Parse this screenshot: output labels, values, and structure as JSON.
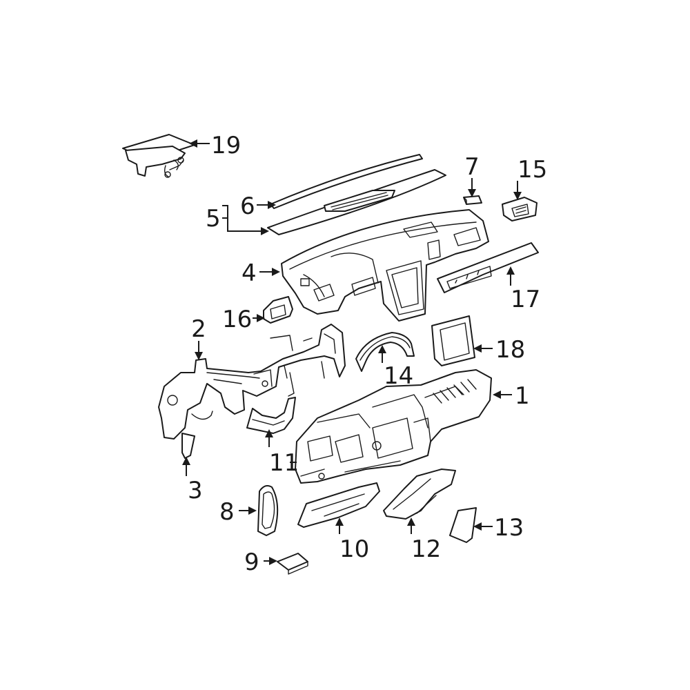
{
  "diagram": {
    "callouts": {
      "c1": "1",
      "c2": "2",
      "c3": "3",
      "c4": "4",
      "c5": "5",
      "c6": "6",
      "c7": "7",
      "c8": "8",
      "c9": "9",
      "c10": "10",
      "c11": "11",
      "c12": "12",
      "c13": "13",
      "c14": "14",
      "c15": "15",
      "c16": "16",
      "c17": "17",
      "c18": "18",
      "c19": "19"
    },
    "colors": {
      "line": "#1a1a1a",
      "background": "#ffffff"
    }
  }
}
